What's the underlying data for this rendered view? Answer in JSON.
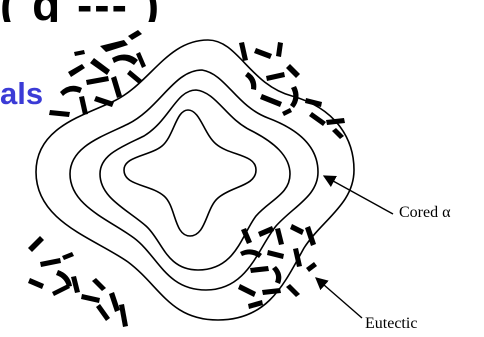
{
  "slide": {
    "heading_fragment": "(  g  ---  )    _",
    "side_fragment": "als",
    "accent_color": "#3b3bd6"
  },
  "figure": {
    "labels": {
      "cored": "Cored α",
      "eutectic": "Eutectic"
    }
  }
}
